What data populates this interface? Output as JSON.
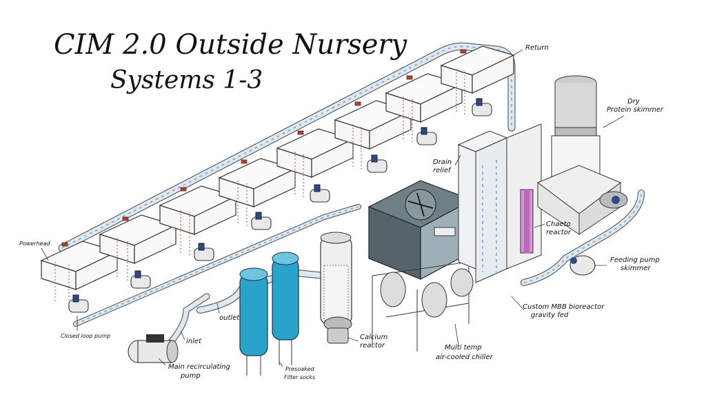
{
  "title": {
    "line1": "CIM 2.0  Outside Nursery",
    "line2": "Systems 1-3"
  },
  "labels": {
    "return": "Return",
    "dry_protein_skimmer_1": "Dry",
    "dry_protein_skimmer_2": "Protein skimmer",
    "drain_relief_1": "Drain",
    "drain_relief_2": "relief",
    "chaeto_reactor_1": "Chaeto",
    "chaeto_reactor_2": "reactor",
    "powerhead": "Powerhead",
    "feeding_pump_1": "Feeding pump",
    "feeding_pump_2": "skimmer",
    "custom_mbb_1": "Custom MBB bioreactor",
    "custom_mbb_2": "gravity fed",
    "closed_loop_pump": "Closed loop pump",
    "outlet": "outlet",
    "inlet": "inlet",
    "main_pump_1": "Main recirculating",
    "main_pump_2": "pump",
    "filter_socks_1": "Presoaked",
    "filter_socks_2": "Filter socks",
    "calcium_reactor_1": "Calcium",
    "calcium_reactor_2": "reactor",
    "chiller_1": "Multi temp",
    "chiller_2": "air-cooled chiller"
  },
  "colors": {
    "flow_water": "#6fa8d6",
    "flow_green": "#6fc4a8",
    "filter_housing": "#29a3c9",
    "chaeto_light": "#d98fd9",
    "pump_accent": "#2b4a8a",
    "valve": "#c0392b"
  }
}
